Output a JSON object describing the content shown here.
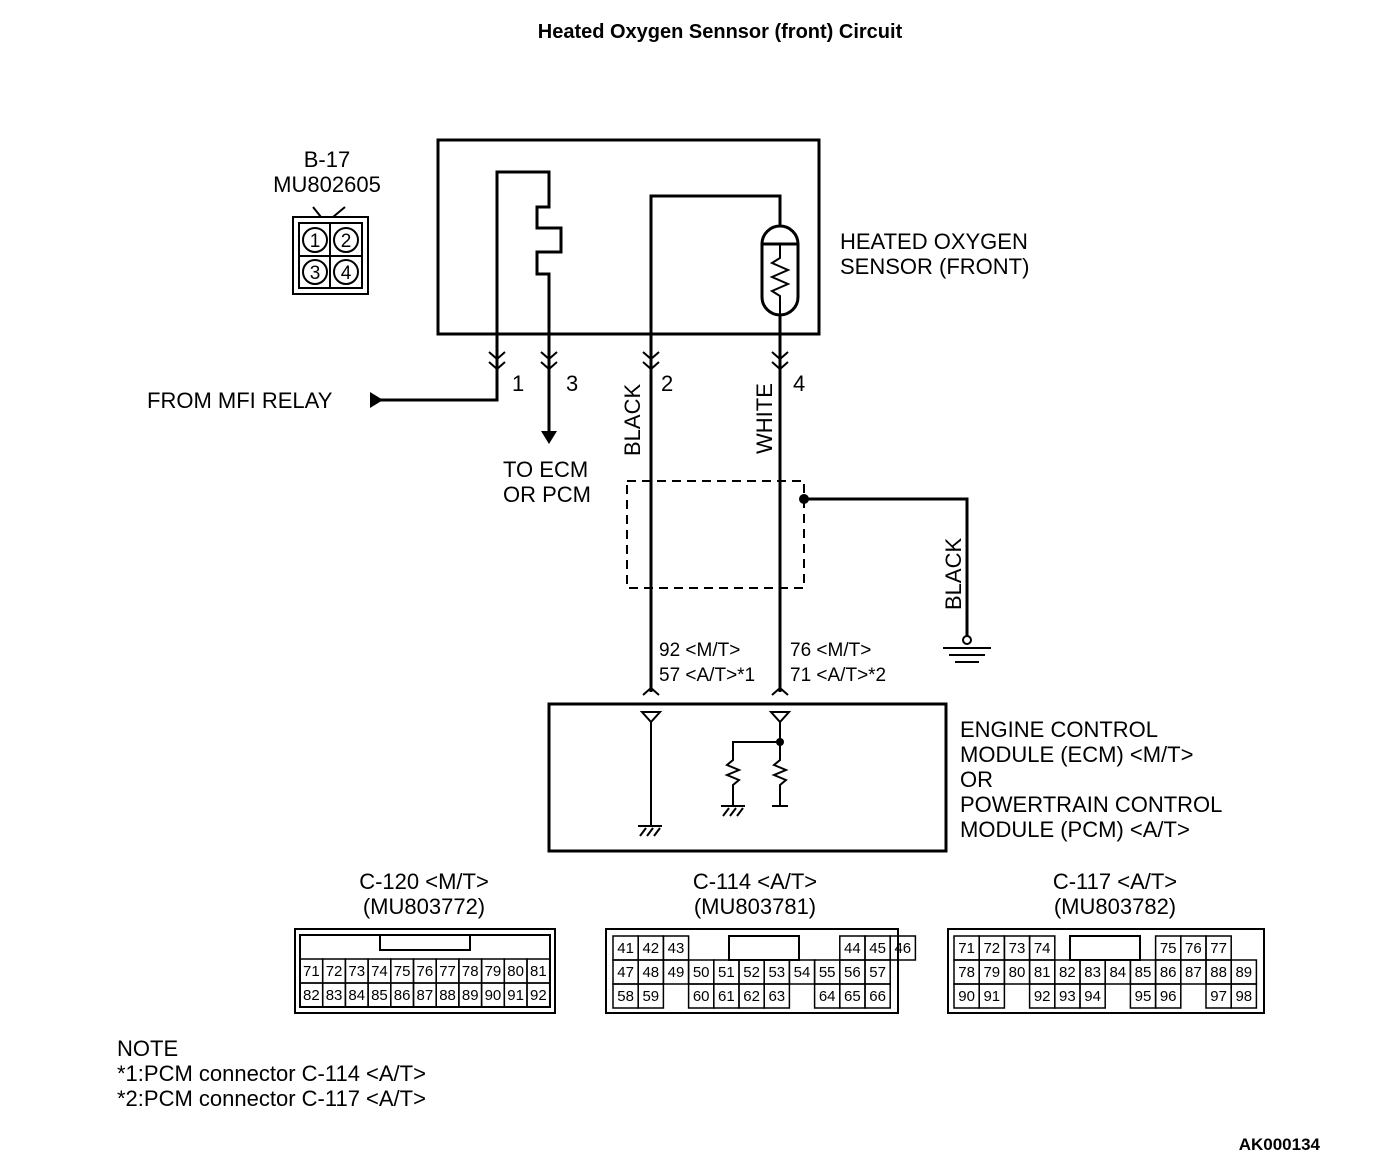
{
  "title": "Heated Oxygen Sennsor (front) Circuit",
  "connector_b17": {
    "name": "B-17",
    "part": "MU802605",
    "pins": [
      "1",
      "2",
      "3",
      "4"
    ]
  },
  "sensor_label": [
    "HEATED OXYGEN",
    "SENSOR (FRONT)"
  ],
  "mfi_relay_label": "FROM MFI RELAY",
  "ecm_pcm_label": [
    "TO ECM",
    "OR PCM"
  ],
  "pin_numbers": [
    "1",
    "3",
    "2",
    "4"
  ],
  "wire_colors": {
    "pin2": "BLACK",
    "pin4": "WHITE",
    "ground": "BLACK"
  },
  "terminals_left": [
    "92 <M/T>",
    "57 <A/T>*1"
  ],
  "terminals_right": [
    "76 <M/T>",
    "71 <A/T>*2"
  ],
  "module_label": [
    "ENGINE CONTROL",
    "MODULE (ECM) <M/T>",
    "OR",
    "POWERTRAIN CONTROL",
    "MODULE (PCM) <A/T>"
  ],
  "c120": {
    "name": "C-120 <M/T>",
    "part": "(MU803772)",
    "row1": [
      "71",
      "72",
      "73",
      "74",
      "75",
      "76",
      "77",
      "78",
      "79",
      "80",
      "81"
    ],
    "row2": [
      "82",
      "83",
      "84",
      "85",
      "86",
      "87",
      "88",
      "89",
      "90",
      "91",
      "92"
    ]
  },
  "c114": {
    "name": "C-114 <A/T>",
    "part": "(MU803781)",
    "row1": [
      "41",
      "42",
      "43",
      "",
      "",
      "",
      "",
      "",
      "",
      "44",
      "45",
      "46"
    ],
    "row2": [
      "47",
      "48",
      "49",
      "50",
      "51",
      "52",
      "53",
      "54",
      "55",
      "56",
      "57"
    ],
    "row3": [
      "58",
      "59",
      "",
      "60",
      "61",
      "62",
      "63",
      "",
      "64",
      "65",
      "66"
    ]
  },
  "c117": {
    "name": "C-117 <A/T>",
    "part": "(MU803782)",
    "row1": [
      "71",
      "72",
      "73",
      "74",
      "",
      "",
      "",
      "",
      "75",
      "76",
      "77"
    ],
    "row2": [
      "78",
      "79",
      "80",
      "81",
      "82",
      "83",
      "84",
      "85",
      "86",
      "87",
      "88",
      "89"
    ],
    "row3": [
      "90",
      "91",
      "",
      "92",
      "93",
      "94",
      "",
      "95",
      "96",
      "",
      "97",
      "98"
    ]
  },
  "note": [
    "NOTE",
    "*1:PCM connector C-114 <A/T>",
    "*2:PCM connector C-117 <A/T>"
  ],
  "figure_id": "AK000134"
}
